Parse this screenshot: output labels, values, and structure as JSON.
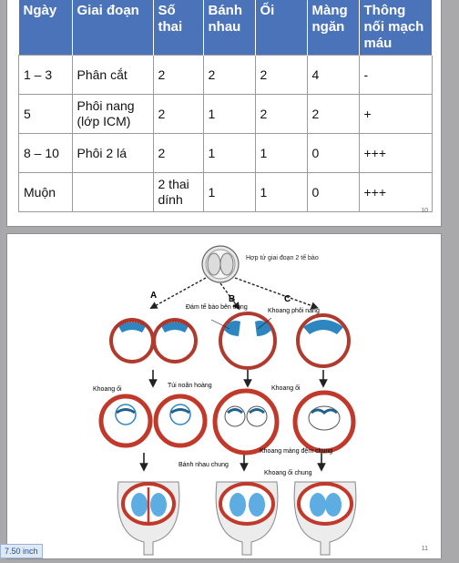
{
  "table": {
    "headers": [
      "Ngày",
      "Giai đoạn",
      "Số thai",
      "Bánh nhau",
      "Ối",
      "Màng ngăn",
      "Thông nối mạch máu"
    ],
    "rows": [
      [
        "1 – 3",
        "Phân cắt",
        "2",
        "2",
        "2",
        "4",
        "-"
      ],
      [
        "5",
        "Phôi nang (lớp ICM)",
        "2",
        "1",
        "2",
        "2",
        "+"
      ],
      [
        "8 – 10",
        "Phôi 2 lá",
        "2",
        "1",
        "1",
        "0",
        "+++"
      ],
      [
        "Muộn",
        "",
        "2 thai dính",
        "1",
        "1",
        "0",
        "+++"
      ]
    ]
  },
  "slide1_number": "10",
  "slide2_number": "11",
  "diagram": {
    "top_label": "Hợp tử giai đoạn 2 tế bào",
    "branch_a": "A",
    "branch_b": "B",
    "branch_c": "C",
    "label_inner_cell_mass": "Đám tế bào bên trong",
    "label_blastocyst_cavity": "Khoang phôi nang",
    "label_amnion_left": "Khoang ối",
    "label_yolk_sac": "Túi noãn hoàng",
    "label_amnion_right": "Khoang ối",
    "label_chorion_cavity": "Khoang màng đệm chung",
    "label_shared_placenta": "Bánh nhau chung",
    "label_shared_amnion": "Khoang ối chung"
  },
  "status_text": "7.50 inch",
  "colors": {
    "header_blue": "#4a73b9",
    "membrane_red": "#c0392b",
    "cell_blue": "#3b8fc9",
    "background_gray": "#a9a9ab"
  }
}
